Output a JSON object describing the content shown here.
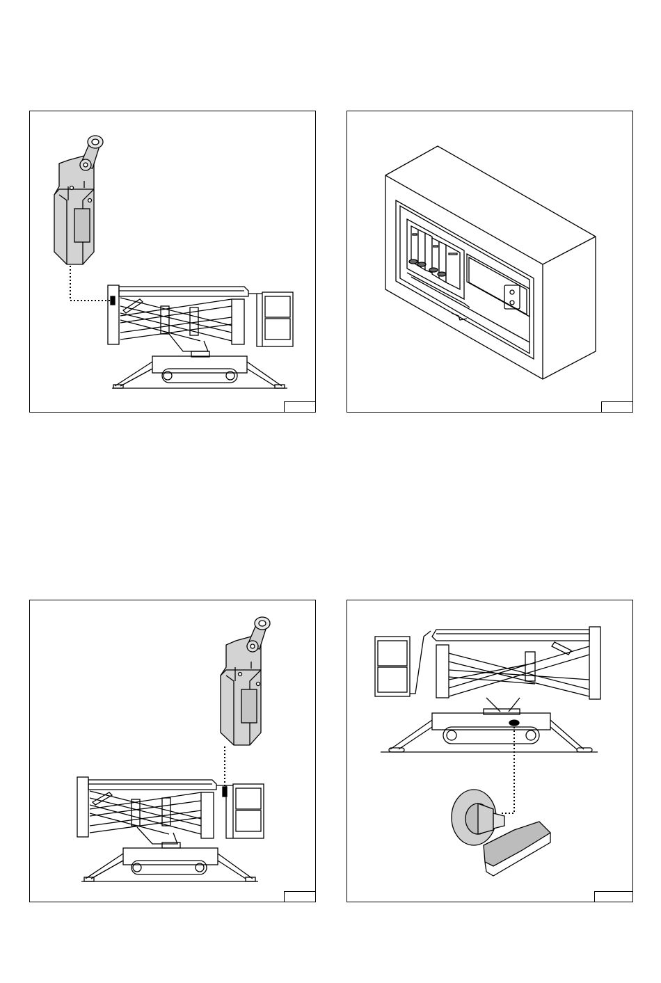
{
  "page": {
    "figures": [
      {
        "id": "fig1",
        "tag": ""
      },
      {
        "id": "fig2",
        "tag": ""
      },
      {
        "id": "fig3",
        "tag": ""
      },
      {
        "id": "fig4",
        "tag": ""
      }
    ]
  }
}
